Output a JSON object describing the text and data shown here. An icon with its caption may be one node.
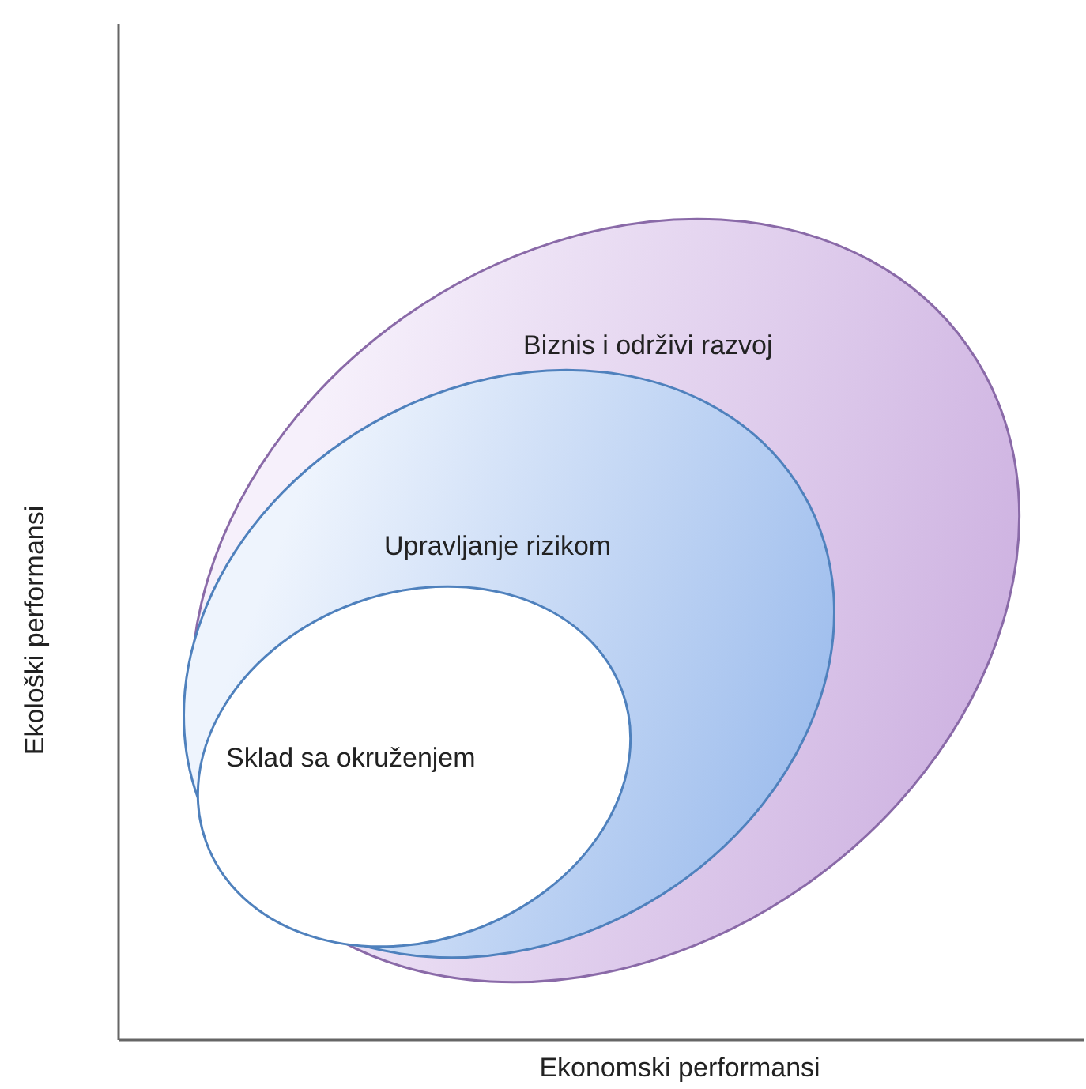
{
  "diagram": {
    "nodes": [
      {
        "text": [
          "Biznis i održivi razvoj"
        ]
      },
      {
        "text": [
          "Upravljanje rizikom"
        ],
        "in": 0
      },
      {
        "text": [
          "Sklad sa okruženjem"
        ],
        "in": 1
      }
    ],
    "edges": [],
    "labels": [
      "Ekološki performansi",
      "Ekonomski performansi"
    ]
  }
}
